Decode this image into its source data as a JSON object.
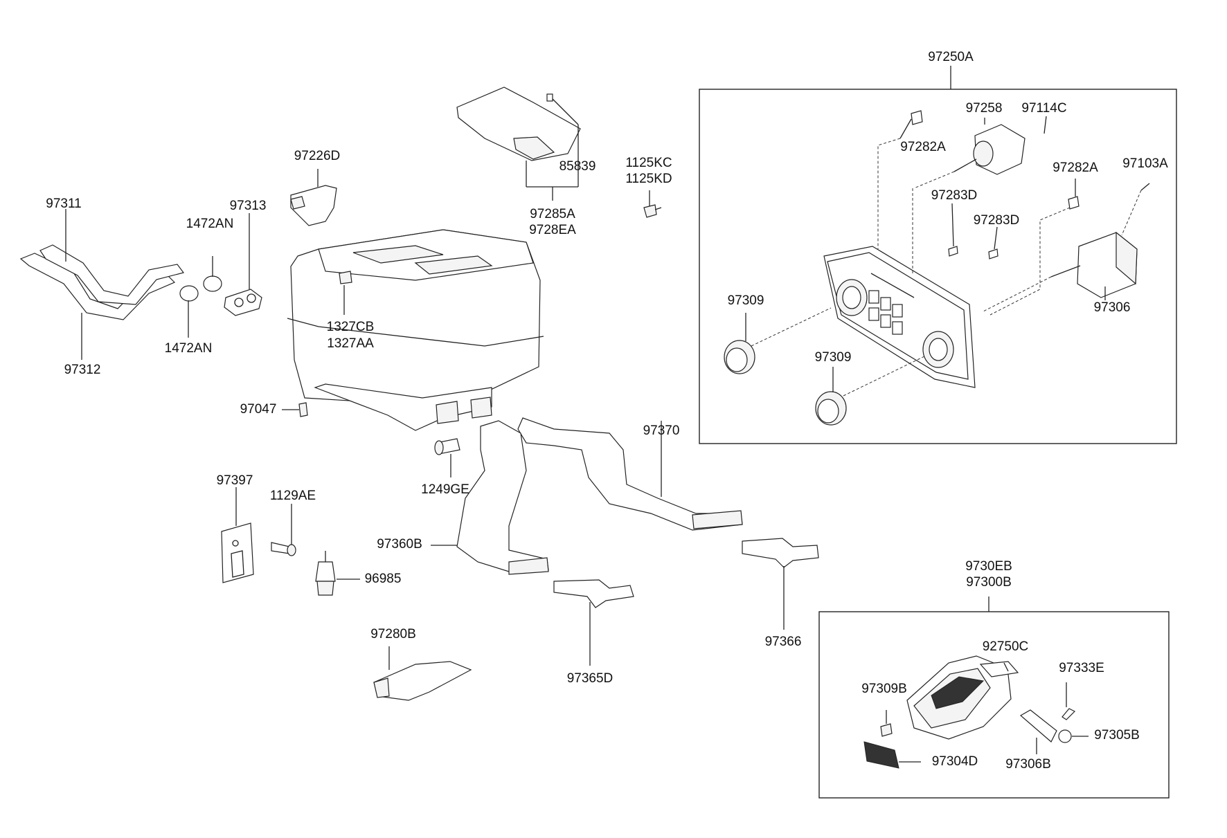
{
  "labels": {
    "l97250A": "97250A",
    "l97258": "97258",
    "l97114C": "97114C",
    "l97282A_1": "97282A",
    "l97282A_2": "97282A",
    "l97103A": "97103A",
    "l97283D_1": "97283D",
    "l97283D_2": "97283D",
    "l97309_1": "97309",
    "l97309_2": "97309",
    "l97306": "97306",
    "l97226D": "97226D",
    "l85839": "85839",
    "l97285A": "97285A",
    "l9728EA": "9728EA",
    "l1125KC": "1125KC",
    "l1125KD": "1125KD",
    "l97311": "97311",
    "l97313": "97313",
    "l1472AN_1": "1472AN",
    "l1472AN_2": "1472AN",
    "l97312": "97312",
    "l1327CB": "1327CB",
    "l1327AA": "1327AA",
    "l97047": "97047",
    "l97370": "97370",
    "l1249GE": "1249GE",
    "l97397": "97397",
    "l1129AE": "1129AE",
    "l97360B": "97360B",
    "l96985": "96985",
    "l97366": "97366",
    "l97280B": "97280B",
    "l97365D": "97365D",
    "l9730EB": "9730EB",
    "l97300B": "97300B",
    "l92750C": "92750C",
    "l97333E": "97333E",
    "l97309B": "97309B",
    "l97305B": "97305B",
    "l97304D": "97304D",
    "l97306B": "97306B"
  }
}
